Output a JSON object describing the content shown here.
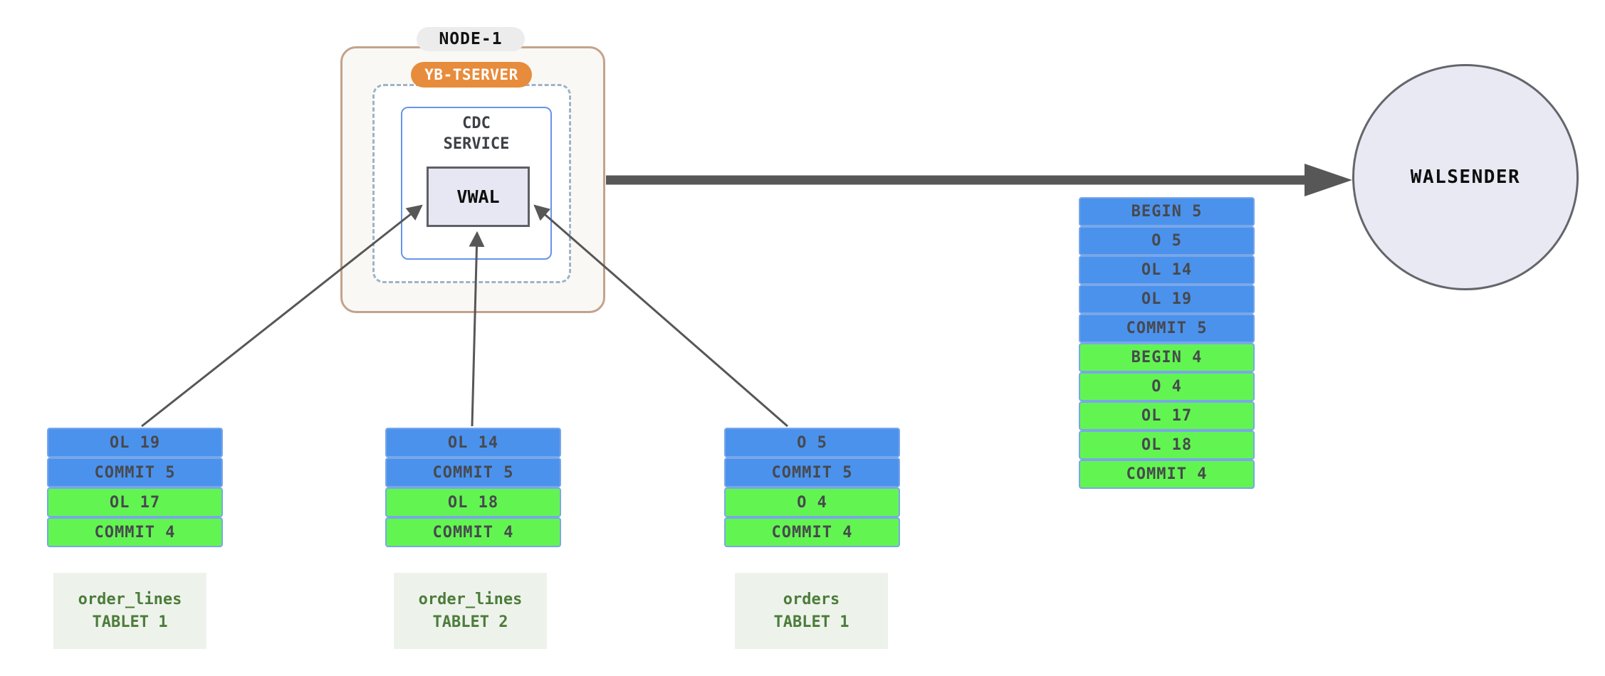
{
  "node": {
    "label": "NODE-1",
    "tserver_label": "YB-TSERVER",
    "cdc_service": {
      "lines": [
        "CDC",
        "SERVICE"
      ]
    },
    "vwal_label": "VWAL"
  },
  "walsender": {
    "label": "WALSENDER"
  },
  "wal_stream": {
    "cells": [
      {
        "label": "BEGIN 5",
        "txn": 5
      },
      {
        "label": "O 5",
        "txn": 5
      },
      {
        "label": "OL 14",
        "txn": 5
      },
      {
        "label": "OL 19",
        "txn": 5
      },
      {
        "label": "COMMIT 5",
        "txn": 5
      },
      {
        "label": "BEGIN 4",
        "txn": 4
      },
      {
        "label": "O 4",
        "txn": 4
      },
      {
        "label": "OL 17",
        "txn": 4
      },
      {
        "label": "OL 18",
        "txn": 4
      },
      {
        "label": "COMMIT 4",
        "txn": 4
      }
    ]
  },
  "tablets": [
    {
      "name_lines": [
        "order_lines",
        "TABLET 1"
      ],
      "cells": [
        {
          "label": "OL 19",
          "txn": 5
        },
        {
          "label": "COMMIT 5",
          "txn": 5
        },
        {
          "label": "OL 17",
          "txn": 4
        },
        {
          "label": "COMMIT 4",
          "txn": 4
        }
      ]
    },
    {
      "name_lines": [
        "order_lines",
        "TABLET 2"
      ],
      "cells": [
        {
          "label": "OL 14",
          "txn": 5
        },
        {
          "label": "COMMIT 5",
          "txn": 5
        },
        {
          "label": "OL 18",
          "txn": 4
        },
        {
          "label": "COMMIT 4",
          "txn": 4
        }
      ]
    },
    {
      "name_lines": [
        "orders",
        "TABLET 1"
      ],
      "cells": [
        {
          "label": "O 5",
          "txn": 5
        },
        {
          "label": "COMMIT 5",
          "txn": 5
        },
        {
          "label": "O 4",
          "txn": 4
        },
        {
          "label": "COMMIT 4",
          "txn": 4
        }
      ]
    }
  ],
  "colors": {
    "txn5_blue": "#4b92ed",
    "txn4_green": "#62f551",
    "cell_border": "#79a7e8",
    "tserver_orange": "#e78c3c",
    "node_border_tan": "#c2a38c",
    "cdc_border_blue": "#6695ea",
    "dashed_border": "#9fb3c8",
    "vwal_fill": "#e7e7f3",
    "arrow_gray": "#575757",
    "tablet_label_text": "#4d7c3b",
    "tablet_label_bg": "#edf3eb"
  }
}
